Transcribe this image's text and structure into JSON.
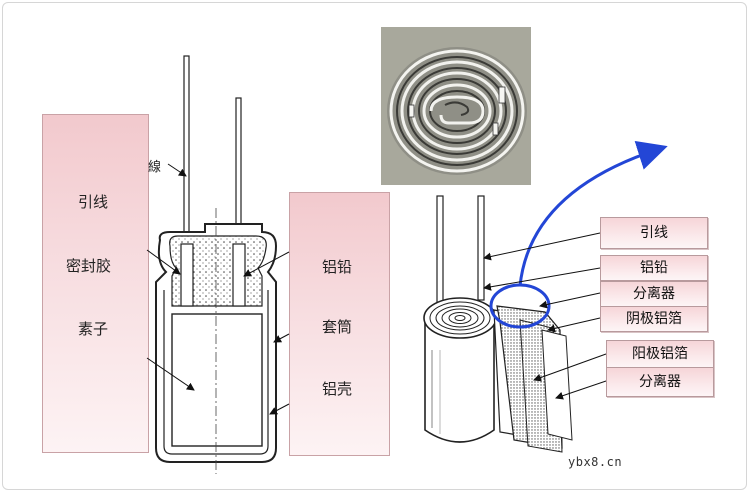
{
  "left_labels": {
    "lead": "引线",
    "seal": "密封胶",
    "element": "素子"
  },
  "right_labels": {
    "lead_wire": "铝铅",
    "sleeve": "套筒",
    "can": "铝壳"
  },
  "partial_label": "線",
  "tags": {
    "lead": "引线",
    "al_lead": "铝铅",
    "separator1": "分离器",
    "cathode": "阴极铝箔",
    "anode": "阳极铝箔",
    "separator2": "分离器"
  },
  "watermark": "ybx8.cn",
  "colors": {
    "accent_blue": "#2346d6",
    "box_pink": "#f2c9cd"
  }
}
